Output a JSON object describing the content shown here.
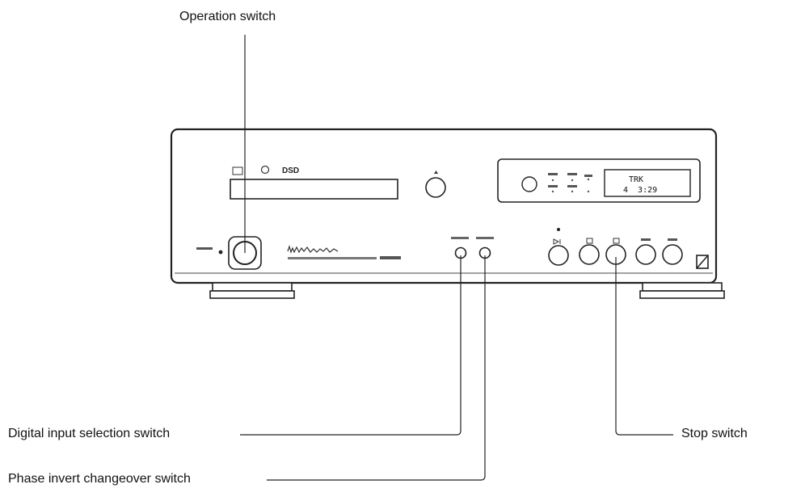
{
  "callouts": {
    "operation": "Operation switch",
    "digital_input": "Digital input selection switch",
    "phase_invert": "Phase invert changeover switch",
    "stop": "Stop switch"
  },
  "panel": {
    "logo_dsd": "DSD",
    "display_line1": "TRK",
    "display_line2": "4  3:29"
  },
  "colors": {
    "line": "#222222",
    "panel": "#ffffff",
    "display": "#f4f4f4"
  }
}
